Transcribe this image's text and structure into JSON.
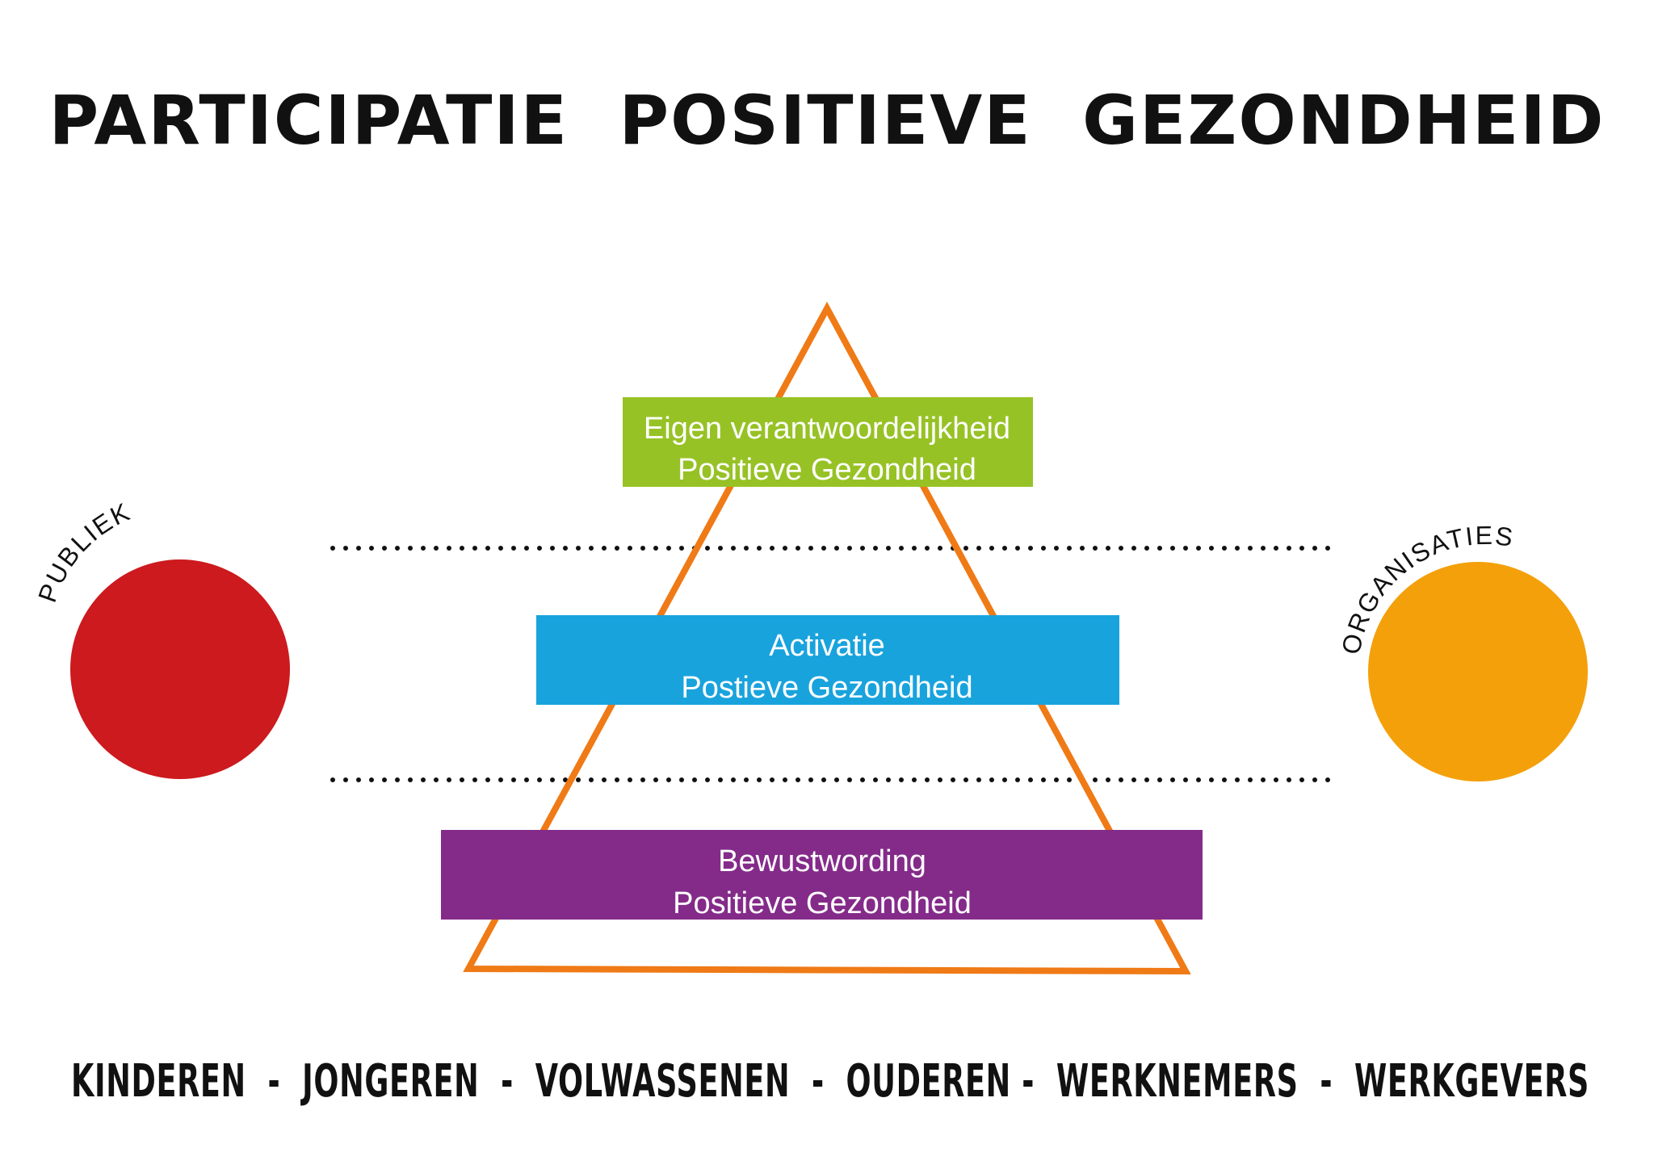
{
  "title": "PARTICIPATIE  POSITIEVE  GEZONDHEID",
  "levels": [
    {
      "line1": "Eigen verantwoordelijkheid",
      "line2": "Positieve Gezondheid",
      "color": "#97c226"
    },
    {
      "line1": "Activatie",
      "line2": "Postieve Gezondheid",
      "color": "#19a3dd"
    },
    {
      "line1": "Bewustwording",
      "line2": "Positieve Gezondheid",
      "color": "#842b8a"
    }
  ],
  "left_group": {
    "label": "PUBLIEK",
    "color": "#cc1a1e"
  },
  "right_group": {
    "label": "ORGANISATIES",
    "color": "#f4a00a"
  },
  "triangle_color": "#ef7a16",
  "footer": "KINDEREN  -  JONGEREN  -  VOLWASSENEN  -  OUDEREN -  WERKNEMERS  -  WERKGEVERS"
}
